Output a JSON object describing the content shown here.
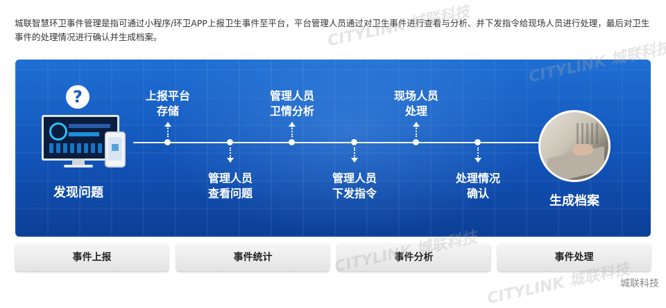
{
  "intro": {
    "text": "城联智慧环卫事件管理是指可通过小程序/环卫APP上报卫生事件至平台，平台管理人员通过对卫生事件进行查看与分析、并下发指令给现场人员进行处理，最后对卫生事件的处理情况进行确认并生成档案。"
  },
  "flow": {
    "start_label": "发现问题",
    "start_icon": "question-icon",
    "end_label": "生成档案",
    "steps": [
      {
        "line1": "上报平台",
        "line2": "存储",
        "position": "up"
      },
      {
        "line1": "管理人员",
        "line2": "查看问题",
        "position": "down"
      },
      {
        "line1": "管理人员",
        "line2": "卫情分析",
        "position": "up"
      },
      {
        "line1": "管理人员",
        "line2": "下发指令",
        "position": "down"
      },
      {
        "line1": "现场人员",
        "line2": "处理",
        "position": "up"
      },
      {
        "line1": "处理情况",
        "line2": "确认",
        "position": "down"
      }
    ]
  },
  "tabs": [
    {
      "label": "事件上报"
    },
    {
      "label": "事件统计"
    },
    {
      "label": "事件分析"
    },
    {
      "label": "事件处理"
    }
  ],
  "watermark": {
    "text": "CITYLINK 城联科技",
    "brand": "城联科技"
  },
  "colors": {
    "banner_top": "#1f6fd4",
    "banner_bottom": "#0c3f97",
    "tab_bg": "#ececec"
  }
}
